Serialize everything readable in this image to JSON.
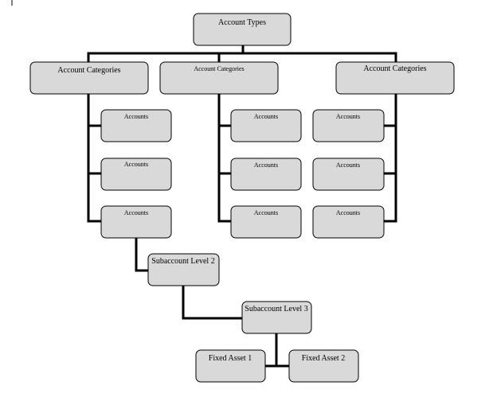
{
  "diagram": {
    "root": "Account Types",
    "categories": [
      {
        "label": "Account Categories",
        "accounts": [
          "Accounts",
          "Accounts",
          "Accounts"
        ]
      },
      {
        "label": "Account Categories",
        "accounts": [
          "Accounts",
          "Accounts",
          "Accounts"
        ]
      },
      {
        "label": "Account Categories",
        "accounts": [
          "Accounts",
          "Accounts",
          "Accounts"
        ]
      }
    ],
    "subaccount_level_2": "Subaccount Level 2",
    "subaccount_level_3": "Subaccount Level 3",
    "fixed_assets": [
      "Fixed Asset 1",
      "Fixed Asset 2"
    ]
  },
  "colors": {
    "box_fill": "#d9d9d9",
    "box_stroke": "#000000",
    "connector": "#000000"
  }
}
